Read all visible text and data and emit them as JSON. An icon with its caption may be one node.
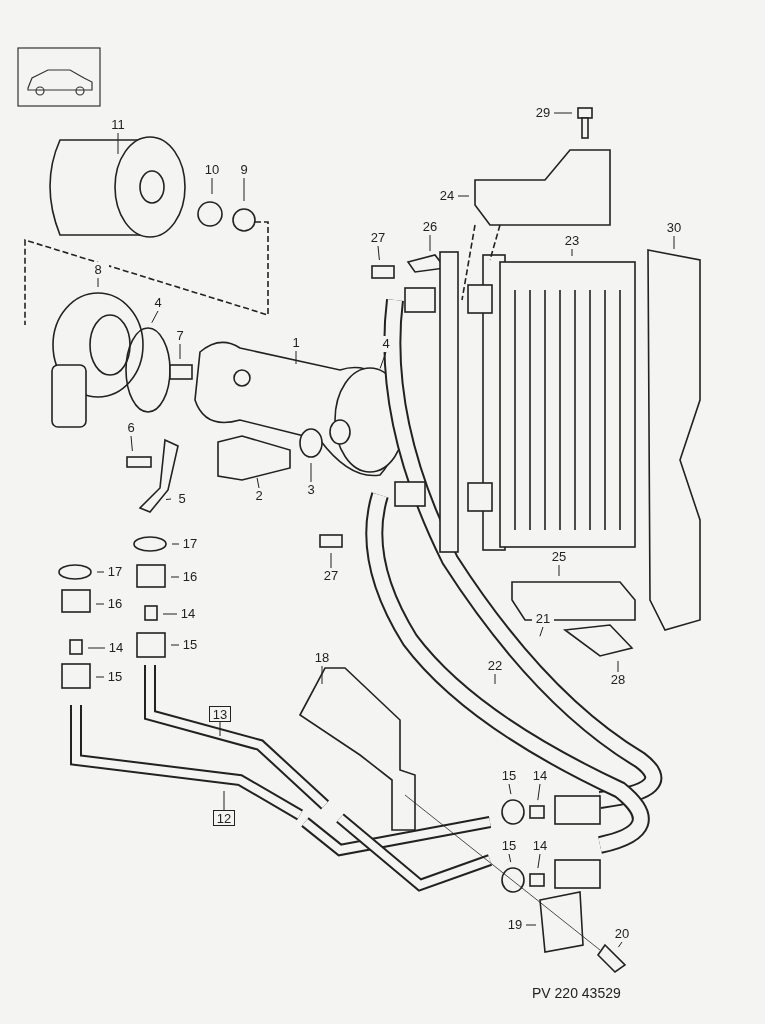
{
  "diagram": {
    "nodes": [
      {
        "text": [
          "11"
        ]
      },
      {
        "text": [
          "10"
        ]
      },
      {
        "text": [
          "9"
        ]
      },
      {
        "text": [
          "8"
        ]
      },
      {
        "text": [
          "4"
        ]
      },
      {
        "text": [
          "7"
        ]
      },
      {
        "text": [
          "1"
        ]
      },
      {
        "text": [
          "4"
        ]
      },
      {
        "text": [
          "6"
        ]
      },
      {
        "text": [
          "5"
        ]
      },
      {
        "text": [
          "2"
        ]
      },
      {
        "text": [
          "3"
        ]
      },
      {
        "text": [
          "17"
        ]
      },
      {
        "text": [
          "16"
        ]
      },
      {
        "text": [
          "14"
        ]
      },
      {
        "text": [
          "15"
        ]
      },
      {
        "text": [
          "17"
        ]
      },
      {
        "text": [
          "16"
        ]
      },
      {
        "text": [
          "14"
        ]
      },
      {
        "text": [
          "15"
        ]
      },
      {
        "text": [
          "13"
        ]
      },
      {
        "text": [
          "12"
        ]
      },
      {
        "text": [
          "18"
        ]
      },
      {
        "text": [
          "29"
        ]
      },
      {
        "text": [
          "24"
        ]
      },
      {
        "text": [
          "27"
        ]
      },
      {
        "text": [
          "26"
        ]
      },
      {
        "text": [
          "23"
        ]
      },
      {
        "text": [
          "30"
        ]
      },
      {
        "text": [
          "27"
        ]
      },
      {
        "text": [
          "25"
        ]
      },
      {
        "text": [
          "21"
        ]
      },
      {
        "text": [
          "22"
        ]
      },
      {
        "text": [
          "28"
        ]
      },
      {
        "text": [
          "15"
        ]
      },
      {
        "text": [
          "14"
        ]
      },
      {
        "text": [
          "15"
        ]
      },
      {
        "text": [
          "14"
        ]
      },
      {
        "text": [
          "19"
        ]
      },
      {
        "text": [
          "20"
        ]
      }
    ],
    "edges": [
      {
        "from": 0,
        "to": null,
        "arrow": "none"
      },
      {
        "from": 1,
        "to": null,
        "arrow": "none"
      },
      {
        "from": 2,
        "to": null,
        "arrow": "none"
      },
      {
        "from": 3,
        "to": null,
        "arrow": "none"
      },
      {
        "from": 4,
        "to": null,
        "arrow": "none"
      },
      {
        "from": 5,
        "to": null,
        "arrow": "none"
      },
      {
        "from": 6,
        "to": null,
        "arrow": "none"
      },
      {
        "from": 7,
        "to": null,
        "arrow": "none"
      },
      {
        "from": 8,
        "to": null,
        "arrow": "none"
      },
      {
        "from": 9,
        "to": null,
        "arrow": "none"
      },
      {
        "from": 10,
        "to": null,
        "arrow": "none"
      },
      {
        "from": 11,
        "to": null,
        "arrow": "none"
      },
      {
        "from": 12,
        "to": null,
        "arrow": "none"
      },
      {
        "from": 13,
        "to": null,
        "arrow": "none"
      },
      {
        "from": 14,
        "to": null,
        "arrow": "none"
      },
      {
        "from": 15,
        "to": null,
        "arrow": "none"
      },
      {
        "from": 16,
        "to": null,
        "arrow": "none"
      },
      {
        "from": 17,
        "to": null,
        "arrow": "none"
      },
      {
        "from": 18,
        "to": null,
        "arrow": "none"
      },
      {
        "from": 19,
        "to": null,
        "arrow": "none"
      },
      {
        "from": 20,
        "to": null,
        "arrow": "none"
      },
      {
        "from": 21,
        "to": null,
        "arrow": "none"
      },
      {
        "from": 22,
        "to": null,
        "arrow": "none"
      },
      {
        "from": 23,
        "to": null,
        "arrow": "none"
      },
      {
        "from": 24,
        "to": null,
        "arrow": "none"
      },
      {
        "from": 25,
        "to": null,
        "arrow": "none"
      },
      {
        "from": 26,
        "to": null,
        "arrow": "none"
      },
      {
        "from": 27,
        "to": null,
        "arrow": "none"
      },
      {
        "from": 28,
        "to": null,
        "arrow": "none"
      },
      {
        "from": 29,
        "to": null,
        "arrow": "none"
      },
      {
        "from": 30,
        "to": null,
        "arrow": "none"
      },
      {
        "from": 31,
        "to": null,
        "arrow": "none"
      },
      {
        "from": 32,
        "to": null,
        "arrow": "none"
      },
      {
        "from": 33,
        "to": null,
        "arrow": "none"
      },
      {
        "from": 34,
        "to": null,
        "arrow": "none"
      },
      {
        "from": 35,
        "to": null,
        "arrow": "none"
      },
      {
        "from": 36,
        "to": null,
        "arrow": "none"
      },
      {
        "from": 37,
        "to": null,
        "arrow": "none"
      },
      {
        "from": 38,
        "to": null,
        "arrow": "none"
      },
      {
        "from": 39,
        "to": null,
        "arrow": "none"
      }
    ],
    "labels": [
      "PV 220 43529"
    ]
  }
}
